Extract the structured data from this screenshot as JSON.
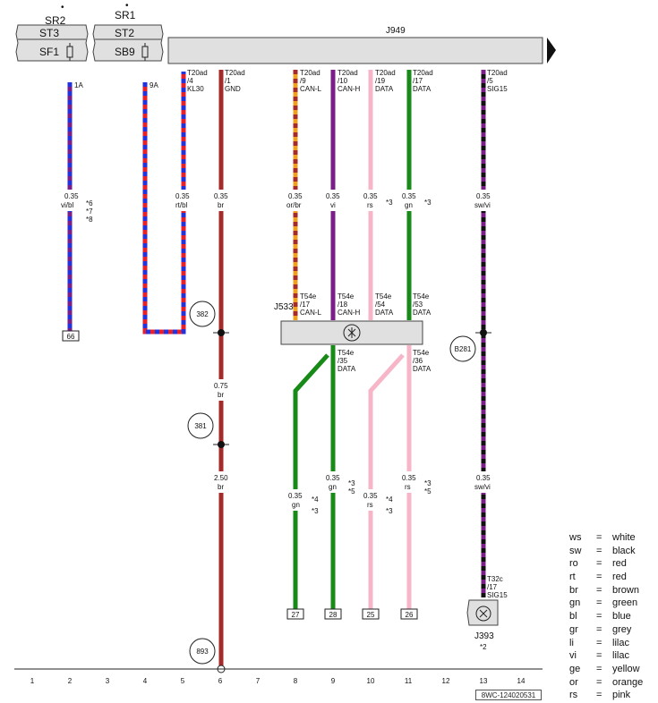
{
  "relays": [
    {
      "id": "sr2",
      "label": "SR2",
      "upper": "ST3",
      "lower": "SF1",
      "term": "1A"
    },
    {
      "id": "sr1",
      "label": "SR1",
      "upper": "ST2",
      "lower": "SB9",
      "term": "9A"
    }
  ],
  "modules": {
    "j949": "J949",
    "j533": "J533",
    "j393": "J393",
    "j393_note": "*2"
  },
  "j949_pins": [
    {
      "id": "p4",
      "line1": "T20ad",
      "line2": "/4",
      "line3": "KL30"
    },
    {
      "id": "p1",
      "line1": "T20ad",
      "line2": "/1",
      "line3": "GND"
    },
    {
      "id": "p9",
      "line1": "T20ad",
      "line2": "/9",
      "line3": "CAN-L"
    },
    {
      "id": "p10",
      "line1": "T20ad",
      "line2": "/10",
      "line3": "CAN-H"
    },
    {
      "id": "p19",
      "line1": "T20ad",
      "line2": "/19",
      "line3": "DATA"
    },
    {
      "id": "p17",
      "line1": "T20ad",
      "line2": "/17",
      "line3": "DATA"
    },
    {
      "id": "p5",
      "line1": "T20ad",
      "line2": "/5",
      "line3": "SIG15"
    }
  ],
  "j533_top_pins": [
    {
      "id": "p17",
      "line1": "T54e",
      "line2": "/17",
      "line3": "CAN-L"
    },
    {
      "id": "p18",
      "line1": "T54e",
      "line2": "/18",
      "line3": "CAN-H"
    },
    {
      "id": "p54",
      "line1": "T54e",
      "line2": "/54",
      "line3": "DATA"
    },
    {
      "id": "p53",
      "line1": "T54e",
      "line2": "/53",
      "line3": "DATA"
    }
  ],
  "j533_bottom_pins": [
    {
      "id": "p35",
      "line1": "T54e",
      "line2": "/35",
      "line3": "DATA"
    },
    {
      "id": "p36",
      "line1": "T54e",
      "line2": "/36",
      "line3": "DATA"
    }
  ],
  "j393_pin": {
    "line1": "T32c",
    "line2": "/17",
    "line3": "SIG15"
  },
  "wire_labels": [
    {
      "id": "sr2-wire",
      "size": "0.35",
      "color": "vi/bl"
    },
    {
      "id": "kl30-wire",
      "size": "0.35",
      "color": "rt/bl"
    },
    {
      "id": "gnd-wire-1",
      "size": "0.35",
      "color": "br"
    },
    {
      "id": "canl-wire",
      "size": "0.35",
      "color": "or/br"
    },
    {
      "id": "canh-wire",
      "size": "0.35",
      "color": "vi"
    },
    {
      "id": "data19-wire",
      "size": "0.35",
      "color": "rs"
    },
    {
      "id": "data17-wire",
      "size": "0.35",
      "color": "gn"
    },
    {
      "id": "sig15-wire-1",
      "size": "0.35",
      "color": "sw/vi"
    },
    {
      "id": "gnd-wire-2",
      "size": "0.75",
      "color": "br"
    },
    {
      "id": "gnd-wire-3",
      "size": "2.50",
      "color": "br"
    },
    {
      "id": "out27-wire",
      "size": "0.35",
      "color": "gn"
    },
    {
      "id": "out28-wire",
      "size": "0.35",
      "color": "gn"
    },
    {
      "id": "out25-wire",
      "size": "0.35",
      "color": "rs"
    },
    {
      "id": "out26-wire",
      "size": "0.35",
      "color": "rs"
    },
    {
      "id": "sig15-wire-2",
      "size": "0.35",
      "color": "sw/vi"
    }
  ],
  "footnotes": {
    "sr2_a": "*6",
    "sr2_b": "*7",
    "sr2_c": "*8",
    "rs_top": "*3",
    "gn_top": "*3",
    "o27_a": "*4",
    "o27_b": "*3",
    "o28_a": "*3",
    "o28_b": "*5",
    "o25_a": "*4",
    "o25_b": "*3",
    "o26_a": "*3",
    "o26_b": "*5"
  },
  "ground_points": [
    "382",
    "381",
    "893",
    "B281"
  ],
  "output_refs": [
    "66",
    "27",
    "28",
    "25",
    "26"
  ],
  "grid_numbers": [
    "1",
    "2",
    "3",
    "4",
    "5",
    "6",
    "7",
    "8",
    "9",
    "10",
    "11",
    "12",
    "13",
    "14"
  ],
  "legend": [
    {
      "code": "ws",
      "name": "white"
    },
    {
      "code": "sw",
      "name": "black"
    },
    {
      "code": "ro",
      "name": "red"
    },
    {
      "code": "rt",
      "name": "red"
    },
    {
      "code": "br",
      "name": "brown"
    },
    {
      "code": "gn",
      "name": "green"
    },
    {
      "code": "bl",
      "name": "blue"
    },
    {
      "code": "gr",
      "name": "grey"
    },
    {
      "code": "li",
      "name": "lilac"
    },
    {
      "code": "vi",
      "name": "lilac"
    },
    {
      "code": "ge",
      "name": "yellow"
    },
    {
      "code": "or",
      "name": "orange"
    },
    {
      "code": "rs",
      "name": "pink"
    }
  ],
  "legend_eq": "=",
  "doc_id": "8WC-124020531",
  "colors": {
    "brown": "#a52a2a",
    "green": "#178a17",
    "pink": "#f7b6c8",
    "violet": "#7b1e8a",
    "blue": "#2233dd",
    "red": "#e8202a",
    "orange": "#f0a020",
    "black": "#111111",
    "module_fill": "#e0e0e0"
  }
}
